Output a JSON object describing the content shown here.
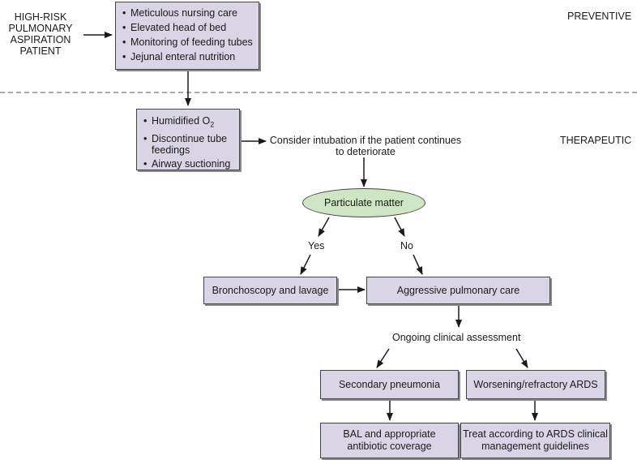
{
  "patient": {
    "lines": [
      "HIGH-RISK",
      "PULMONARY",
      "ASPIRATION",
      "PATIENT"
    ]
  },
  "sections": {
    "preventive": "PREVENTIVE",
    "therapeutic": "THERAPEUTIC"
  },
  "prevention_box": {
    "items": [
      "Meticulous nursing care",
      "Elevated head of bed",
      "Monitoring of feeding tubes",
      "Jejunal enteral nutrition"
    ]
  },
  "therapy_box": {
    "humidified": "Humidified O",
    "o2_subscript": "2",
    "items": [
      "Discontinue tube feedings",
      "Airway suctioning"
    ]
  },
  "intubation_note": {
    "line1": "Consider intubation if the patient continues",
    "line2": "to deteriorate"
  },
  "decision": {
    "label": "Particulate matter",
    "yes": "Yes",
    "no": "No"
  },
  "bronchoscopy": "Bronchoscopy and lavage",
  "aggressive_care": "Aggressive pulmonary care",
  "assessment": "Ongoing clinical assessment",
  "secondary_pneumonia": "Secondary pneumonia",
  "worsening_ards": "Worsening/refractory ARDS",
  "bal": {
    "line1": "BAL and appropriate",
    "line2": "antibiotic coverage"
  },
  "ards_treatment": {
    "line1": "Treat according to ARDS clinical",
    "line2": "management guidelines"
  }
}
